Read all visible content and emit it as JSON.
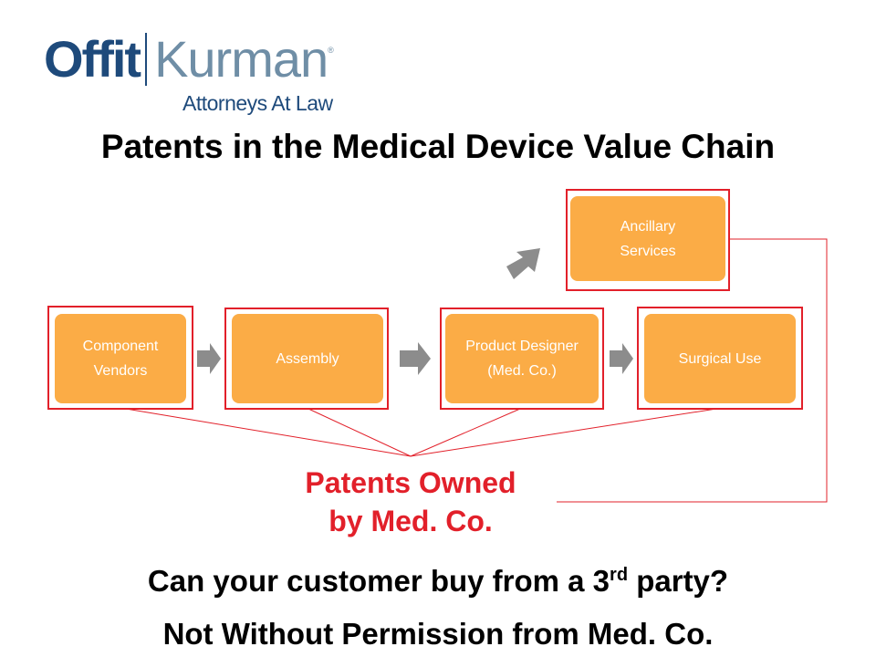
{
  "logo": {
    "brand_part1": "Offit",
    "brand_part2": "Kurman",
    "registered_mark": "®",
    "tagline": "Attorneys At Law"
  },
  "title": "Patents in the Medical Device Value Chain",
  "nodes": {
    "component_vendors": "Component\nVendors",
    "assembly": "Assembly",
    "product_designer": "Product Designer\n(Med. Co.)",
    "surgical_use": "Surgical Use",
    "ancillary_services": "Ancillary\nServices"
  },
  "patents_label": "Patents Owned\nby Med. Co.",
  "question": {
    "prefix": "Can your customer buy from a 3",
    "superscript": "rd",
    "suffix": " party?"
  },
  "answer": "Not Without Permission from Med. Co.",
  "colors": {
    "node_fill": "#fbac46",
    "frame": "#e2202a",
    "arrow": "#8c8c8c",
    "brand_dark": "#1e4a7b",
    "brand_light": "#6f8ea6"
  }
}
